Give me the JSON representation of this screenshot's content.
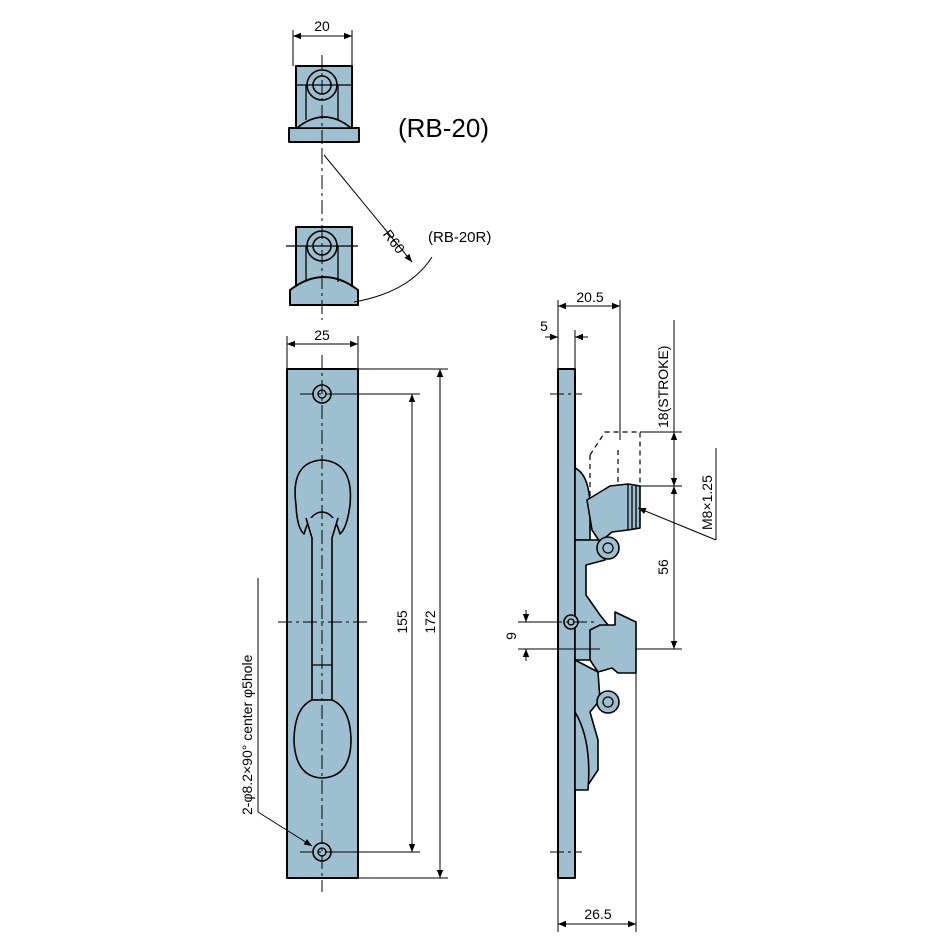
{
  "labels": {
    "model_main": "(RB-20)",
    "model_alt": "(RB-20R)",
    "radius": "R60",
    "hole_note": "2-φ8.2×90° center φ5hole"
  },
  "dimensions": {
    "top_width": "20",
    "plate_width": "25",
    "hole_pitch": "155",
    "overall_length": "172",
    "side_offset": "20.5",
    "plate_thickness": "5",
    "stroke": "18(STROKE)",
    "thread": "M8×1.25",
    "bolt_to_knob": "56",
    "knob_offset": "9",
    "overall_depth": "26.5"
  },
  "colors": {
    "part_fill": "#9dbfcf",
    "outline": "#000000",
    "background": "#ffffff"
  }
}
